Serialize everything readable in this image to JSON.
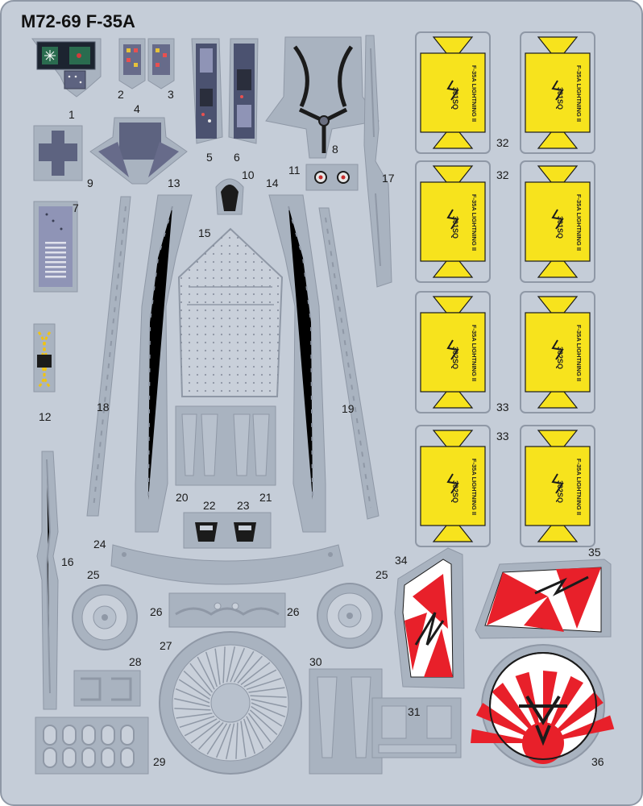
{
  "sheet": {
    "title": "M72-69 F-35A",
    "colors": {
      "fret": "#c5cdd8",
      "fret_edge": "#8f98a6",
      "fret_dark": "#a9b3c0",
      "yellow": "#f7e31d",
      "red": "#e8202a",
      "panel": "#6d7389",
      "panel_light": "#9aa0c0",
      "black": "#1b1b1b"
    }
  },
  "part_numbers": {
    "p1": "1",
    "p2": "2",
    "p3": "3",
    "p4": "4",
    "p5": "5",
    "p6": "6",
    "p7": "7",
    "p8": "8",
    "p9": "9",
    "p10": "10",
    "p11": "11",
    "p12": "12",
    "p13": "13",
    "p14": "14",
    "p15": "15",
    "p16": "16",
    "p17": "17",
    "p18": "18",
    "p19": "19",
    "p20": "20",
    "p21": "21",
    "p22": "22",
    "p23": "23",
    "p24": "24",
    "p25a": "25",
    "p25b": "25",
    "p26a": "26",
    "p26b": "26",
    "p27": "27",
    "p28": "28",
    "p29": "29",
    "p30": "30",
    "p31": "31",
    "p32a": "32",
    "p32b": "32",
    "p33a": "33",
    "p33b": "33",
    "p34": "34",
    "p35": "35",
    "p36": "36"
  },
  "decals": {
    "sq301": "301SQ",
    "sq302": "302SQ",
    "type": "F-35A LIGHTNING II"
  }
}
